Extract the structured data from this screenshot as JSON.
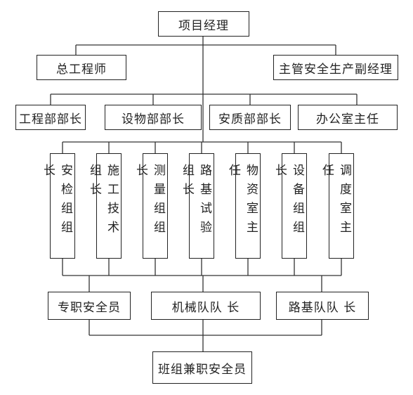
{
  "org_chart": {
    "root": "项目经理",
    "level2": [
      "总工程师",
      "主管安全生产副经理"
    ],
    "departments": [
      "工程部部长",
      "设物部部长",
      "安质部部长",
      "办公室主任"
    ],
    "groups": [
      "安检组组长",
      "施工技术组长",
      "测量组组长",
      "路基试验组长",
      "物资室主任",
      "设备组组长",
      "调度室主任"
    ],
    "level5": [
      "专职安全员",
      "机械队队 长",
      "路基队队 长"
    ],
    "bottom": "班组兼职安全员"
  }
}
